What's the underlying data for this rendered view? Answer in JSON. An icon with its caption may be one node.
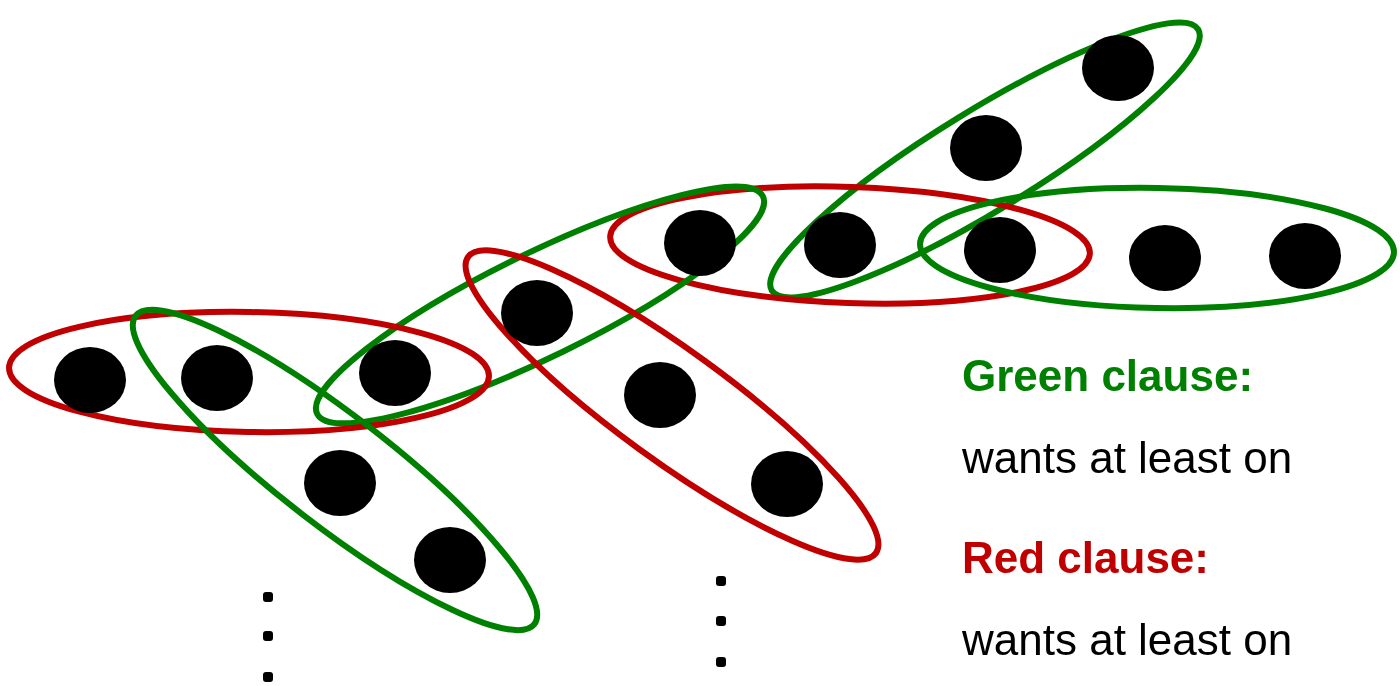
{
  "diagram": {
    "nodes": [
      {
        "text": [],
        "shape": "circle"
      },
      {
        "text": [],
        "shape": "circle"
      },
      {
        "text": [],
        "shape": "circle"
      },
      {
        "text": [],
        "shape": "circle"
      },
      {
        "text": [],
        "shape": "circle"
      },
      {
        "text": [],
        "shape": "circle"
      },
      {
        "text": [],
        "shape": "circle"
      },
      {
        "text": [],
        "shape": "circle"
      },
      {
        "text": [],
        "shape": "circle"
      },
      {
        "text": [],
        "shape": "circle"
      },
      {
        "text": [],
        "shape": "circle"
      },
      {
        "text": [],
        "shape": "circle"
      },
      {
        "text": [],
        "shape": "circle"
      },
      {
        "text": [],
        "shape": "circle"
      },
      {
        "text": [],
        "shape": "circle"
      }
    ],
    "labels": [
      "Green clause:",
      "wants at least on",
      "Red clause:",
      "wants at least on"
    ]
  }
}
